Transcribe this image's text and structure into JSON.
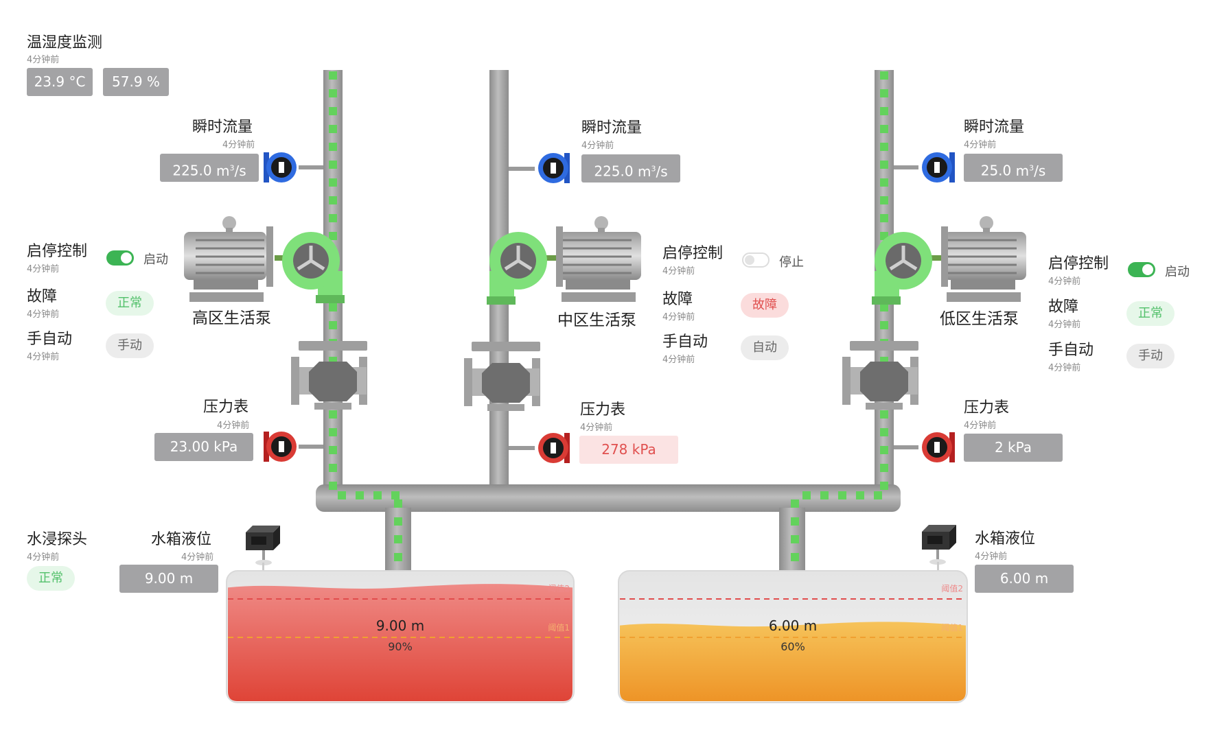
{
  "env": {
    "title": "温湿度监测",
    "time": "4分钟前",
    "temperature": "23.9 °C",
    "humidity": "57.9 %"
  },
  "units": {
    "flow_base": "m",
    "flow_sup": "3",
    "flow_tail": "/s"
  },
  "high": {
    "flow_title": "瞬时流量",
    "flow_time": "4分钟前",
    "flow_value": "225.0",
    "pump_name": "高区生活泵",
    "ctrl_title": "启停控制",
    "ctrl_time": "4分钟前",
    "ctrl_state": "启动",
    "fault_title": "故障",
    "fault_time": "4分钟前",
    "fault_state": "正常",
    "mode_title": "手自动",
    "mode_time": "4分钟前",
    "mode_state": "手动",
    "pressure_title": "压力表",
    "pressure_time": "4分钟前",
    "pressure_value": "23.00 kPa"
  },
  "mid": {
    "flow_title": "瞬时流量",
    "flow_time": "4分钟前",
    "flow_value": "225.0",
    "pump_name": "中区生活泵",
    "ctrl_title": "启停控制",
    "ctrl_time": "4分钟前",
    "ctrl_state": "停止",
    "fault_title": "故障",
    "fault_time": "4分钟前",
    "fault_state": "故障",
    "mode_title": "手自动",
    "mode_time": "4分钟前",
    "mode_state": "自动",
    "pressure_title": "压力表",
    "pressure_time": "4分钟前",
    "pressure_value": "278 kPa"
  },
  "low": {
    "flow_title": "瞬时流量",
    "flow_time": "4分钟前",
    "flow_value": "25.0",
    "pump_name": "低区生活泵",
    "ctrl_title": "启停控制",
    "ctrl_time": "4分钟前",
    "ctrl_state": "启动",
    "fault_title": "故障",
    "fault_time": "4分钟前",
    "fault_state": "正常",
    "mode_title": "手自动",
    "mode_time": "4分钟前",
    "mode_state": "手动",
    "pressure_title": "压力表",
    "pressure_time": "4分钟前",
    "pressure_value": "2 kPa"
  },
  "immersion": {
    "title": "水浸探头",
    "time": "4分钟前",
    "state": "正常"
  },
  "tank1": {
    "title": "水箱液位",
    "time": "4分钟前",
    "value": "9.00 m",
    "level_text": "9.00 m",
    "percent_text": "90%",
    "fill": 0.9,
    "th1": "阈值1",
    "th2": "阈值2",
    "color": "#e0504f"
  },
  "tank2": {
    "title": "水箱液位",
    "time": "4分钟前",
    "value": "6.00 m",
    "level_text": "6.00 m",
    "percent_text": "60%",
    "fill": 0.6,
    "th1": "阈值1",
    "th2": "阈值2",
    "color": "#f0a030"
  },
  "colors": {
    "pipe": "#a6a6a6",
    "flow": "#63d25c",
    "pump": "#7fe07a"
  }
}
